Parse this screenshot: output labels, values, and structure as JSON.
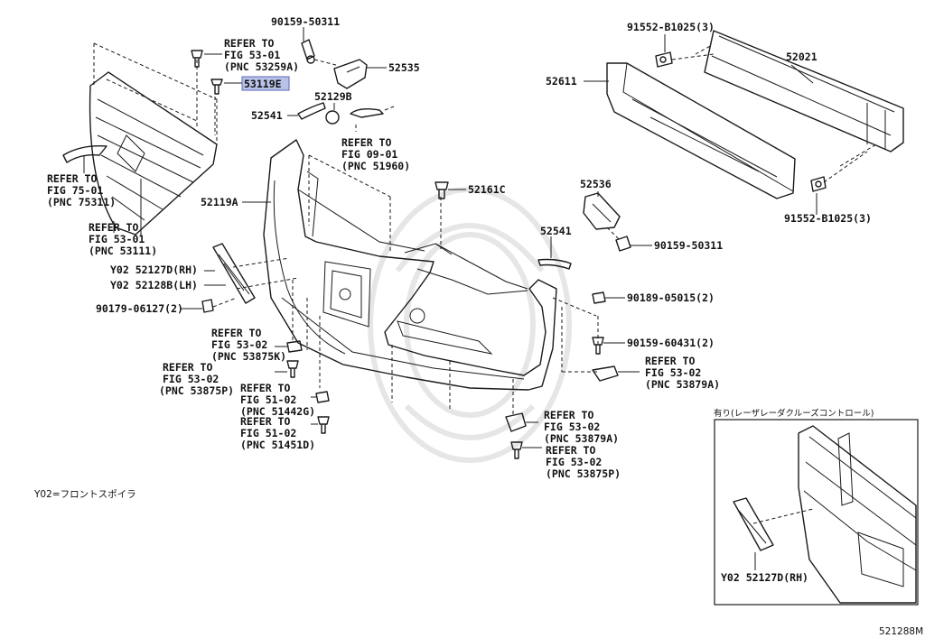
{
  "labels": {
    "p_90159_top": "90159-50311",
    "p_52535": "52535",
    "refer_53_01_a": [
      "REFER TO",
      "FIG 53-01",
      "(PNC 53259A)"
    ],
    "p_53119E": "53119E",
    "p_52129B": "52129B",
    "p_52541_a": "52541",
    "refer_09_01": [
      "REFER TO",
      "FIG 09-01",
      "(PNC 51960)"
    ],
    "p_91552_top": "91552-B1025(3)",
    "p_52021": "52021",
    "p_52611": "52611",
    "refer_75_01": [
      "REFER TO",
      "FIG 75-01",
      "(PNC 75311)"
    ],
    "refer_53_01_b": [
      "REFER TO",
      "FIG 53-01",
      "(PNC 53111)"
    ],
    "p_52119A": "52119A",
    "p_52161C": "52161C",
    "p_52536": "52536",
    "p_91552_bot": "91552-B1025(3)",
    "p_52541_b": "52541",
    "p_90159_mid": "90159-50311",
    "p_52127D": "Y02 52127D(RH)",
    "p_52128B": "Y02 52128B(LH)",
    "p_90179": "90179-06127(2)",
    "p_90189": "90189-05015(2)",
    "p_90159_60431": "90159-60431(2)",
    "refer_53_02_875k": [
      "REFER TO",
      "FIG 53-02",
      "(PNC 53875K)"
    ],
    "refer_53_02_875p_a": [
      "REFER TO",
      "FIG 53-02",
      "(PNC 53875P)"
    ],
    "refer_51_02_442g": [
      "REFER TO",
      "FIG 51-02",
      "(PNC 51442G)"
    ],
    "refer_51_02_451d": [
      "REFER TO",
      "FIG 51-02",
      "(PNC 51451D)"
    ],
    "refer_53_02_879a_r": [
      "REFER TO",
      "FIG 53-02",
      "(PNC 53879A)"
    ],
    "refer_53_02_879a_b": [
      "REFER TO",
      "FIG 53-02",
      "(PNC 53879A)"
    ],
    "refer_53_02_875p_b": [
      "REFER TO",
      "FIG 53-02",
      "(PNC 53875P)"
    ],
    "note_y02": "Y02=フロントスポイラ",
    "inset_title": "有り(レーザレーダクルーズコントロール)",
    "inset_part": "Y02 52127D(RH)",
    "figure_code": "521288M"
  },
  "colors": {
    "highlight": "#b9c3ea",
    "line": "#1a1a1a"
  }
}
